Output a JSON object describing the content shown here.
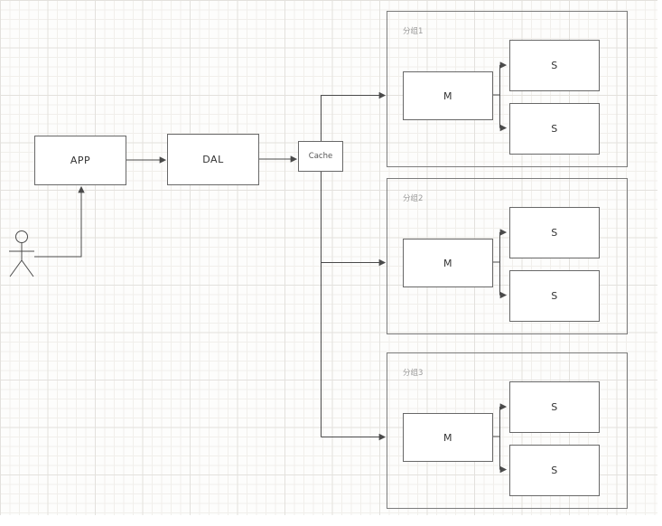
{
  "colors": {
    "line": "#4a4a4a",
    "node_border": "#686868",
    "node_fill": "#ffffff",
    "group_border": "#7c7c7c",
    "text": "#333333",
    "label_muted": "#9a9a9a",
    "grid_minor": "#f1efeb",
    "grid_major": "#e3e1dd"
  },
  "icons": {
    "actor": "stick-figure-user"
  },
  "nodes": {
    "app": {
      "label": "APP"
    },
    "dal": {
      "label": "DAL"
    },
    "cache": {
      "label": "Cache"
    }
  },
  "groups": [
    {
      "label": "分组1",
      "master": {
        "label": "M"
      },
      "slaves": [
        {
          "label": "S"
        },
        {
          "label": "S"
        }
      ]
    },
    {
      "label": "分组2",
      "master": {
        "label": "M"
      },
      "slaves": [
        {
          "label": "S"
        },
        {
          "label": "S"
        }
      ]
    },
    {
      "label": "分组3",
      "master": {
        "label": "M"
      },
      "slaves": [
        {
          "label": "S"
        },
        {
          "label": "S"
        }
      ]
    }
  ]
}
